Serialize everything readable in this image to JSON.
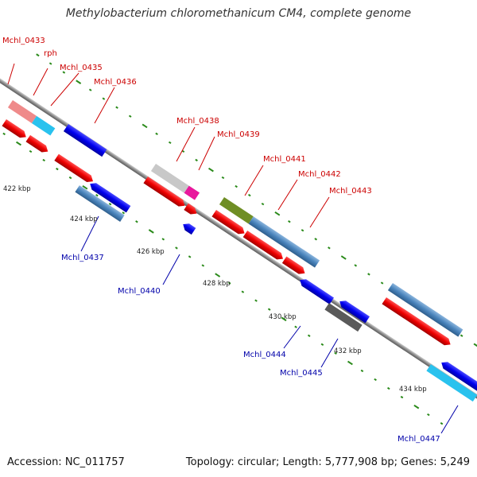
{
  "title": "Methylobacterium chloromethanicum CM4, complete genome",
  "accession": "Accession: NC_011757",
  "summary": "Topology: circular; Length: 5,777,908 bp; Genes: 5,249",
  "colors": {
    "forward_label": "#cc0000",
    "reverse_label": "#0000aa",
    "tick": "#2a8a1a",
    "backbone": "#888888"
  },
  "scale_labels": [
    "422 kbp",
    "424 kbp",
    "426 kbp",
    "428 kbp",
    "430 kbp",
    "432 kbp",
    "434 kbp"
  ],
  "forward_genes": [
    "Mchl_0433",
    "rph",
    "Mchl_0435",
    "Mchl_0436",
    "Mchl_0438",
    "Mchl_0439",
    "Mchl_0441",
    "Mchl_0442",
    "Mchl_0443"
  ],
  "reverse_genes": [
    "Mchl_0437",
    "Mchl_0440",
    "Mchl_0444",
    "Mchl_0445",
    "Mchl_0447"
  ]
}
